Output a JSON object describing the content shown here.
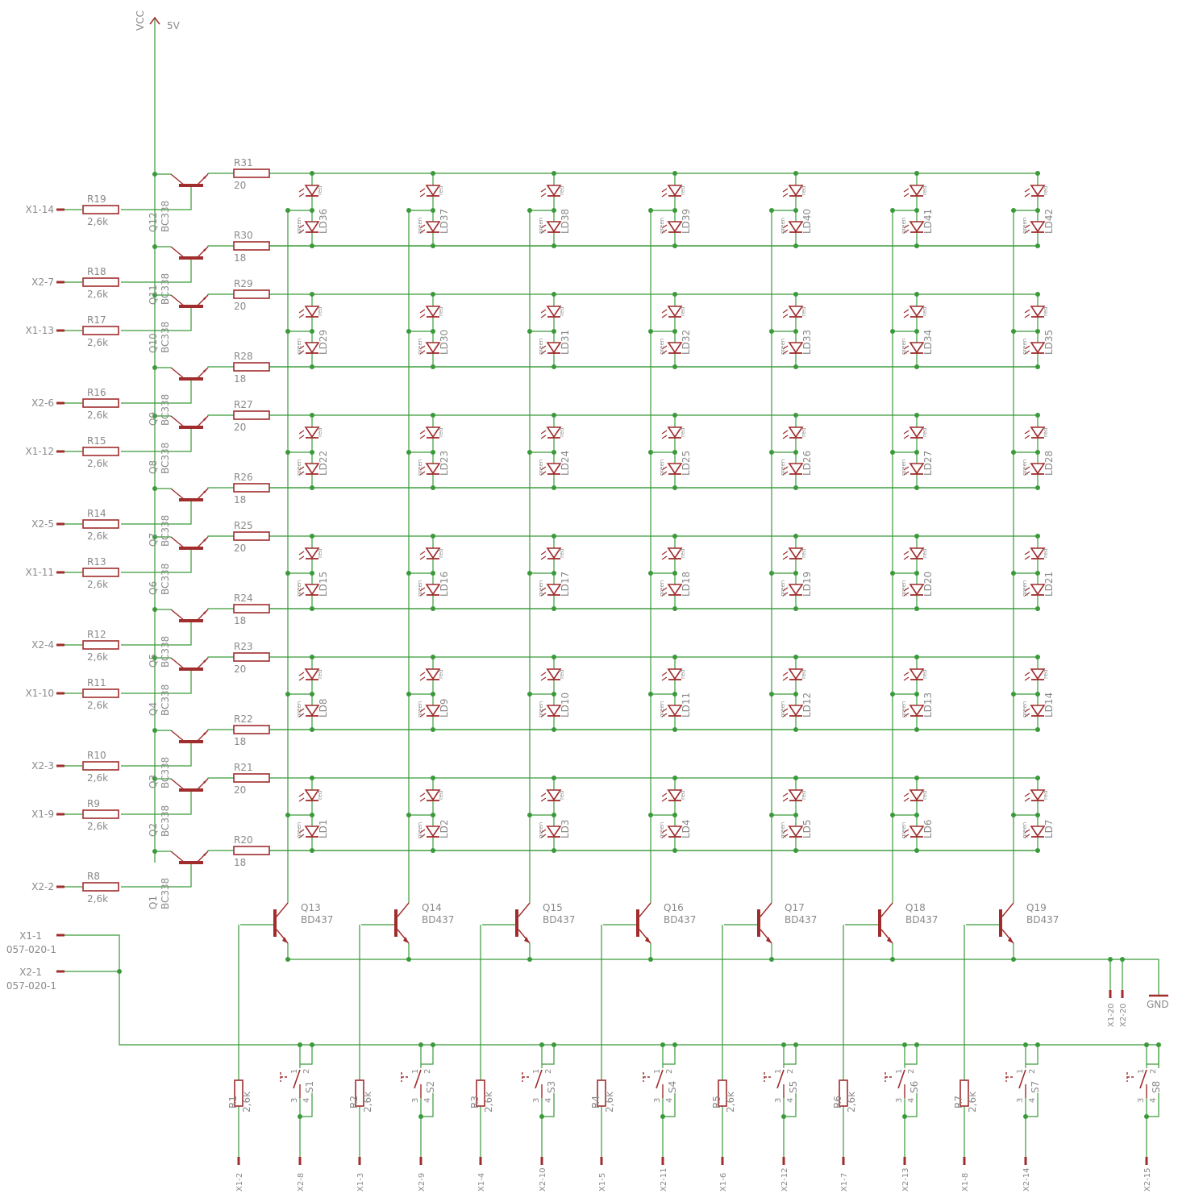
{
  "colors": {
    "wire": "#3a9a3a",
    "part": "#a02c2c",
    "label": "#8a8a8a",
    "net": "#3a9a3a"
  },
  "supply": {
    "vcc_label": "VCC",
    "net_label": "5V",
    "gnd_label": "GND"
  },
  "led_color_labels": {
    "top": "red",
    "bottom": "green"
  },
  "row_drivers": [
    {
      "q": "Q12",
      "type": "BC338",
      "rin": "R19",
      "rin_val": "2,6k",
      "input": "X1-14",
      "rout": "R31",
      "rout_val": "20"
    },
    {
      "q": "Q11",
      "type": "BC338",
      "rin": "R18",
      "rin_val": "2,6k",
      "input": "X2-7",
      "rout": "R30",
      "rout_val": "18"
    },
    {
      "q": "Q10",
      "type": "BC338",
      "rin": "R17",
      "rin_val": "2,6k",
      "input": "X1-13",
      "rout": "R29",
      "rout_val": "20"
    },
    {
      "q": "Q9",
      "type": "BC338",
      "rin": "R16",
      "rin_val": "2,6k",
      "input": "X2-6",
      "rout": "R28",
      "rout_val": "18"
    },
    {
      "q": "Q8",
      "type": "BC338",
      "rin": "R15",
      "rin_val": "2,6k",
      "input": "X1-12",
      "rout": "R27",
      "rout_val": "20"
    },
    {
      "q": "Q7",
      "type": "BC338",
      "rin": "R14",
      "rin_val": "2,6k",
      "input": "X2-5",
      "rout": "R26",
      "rout_val": "18"
    },
    {
      "q": "Q6",
      "type": "BC338",
      "rin": "R13",
      "rin_val": "2,6k",
      "input": "X1-11",
      "rout": "R25",
      "rout_val": "20"
    },
    {
      "q": "Q5",
      "type": "BC338",
      "rin": "R12",
      "rin_val": "2,6k",
      "input": "X2-4",
      "rout": "R24",
      "rout_val": "18"
    },
    {
      "q": "Q4",
      "type": "BC338",
      "rin": "R11",
      "rin_val": "2,6k",
      "input": "X1-10",
      "rout": "R23",
      "rout_val": "20"
    },
    {
      "q": "Q3",
      "type": "BC338",
      "rin": "R10",
      "rin_val": "2,6k",
      "input": "X2-3",
      "rout": "R22",
      "rout_val": "18"
    },
    {
      "q": "Q2",
      "type": "BC338",
      "rin": "R9",
      "rin_val": "2,6k",
      "input": "X1-9",
      "rout": "R21",
      "rout_val": "20"
    },
    {
      "q": "Q1",
      "type": "BC338",
      "rin": "R8",
      "rin_val": "2,6k",
      "input": "X2-2",
      "rout": "R20",
      "rout_val": "18"
    }
  ],
  "led_rows": [
    [
      "LD36",
      "LD37",
      "LD38",
      "LD39",
      "LD40",
      "LD41",
      "LD42"
    ],
    [
      "LD29",
      "LD30",
      "LD31",
      "LD32",
      "LD33",
      "LD34",
      "LD35"
    ],
    [
      "LD22",
      "LD23",
      "LD24",
      "LD25",
      "LD26",
      "LD27",
      "LD28"
    ],
    [
      "LD15",
      "LD16",
      "LD17",
      "LD18",
      "LD19",
      "LD20",
      "LD21"
    ],
    [
      "LD8",
      "LD9",
      "LD10",
      "LD11",
      "LD12",
      "LD13",
      "LD14"
    ],
    [
      "LD1",
      "LD2",
      "LD3",
      "LD4",
      "LD5",
      "LD6",
      "LD7"
    ]
  ],
  "column_drivers": [
    {
      "q": "Q13",
      "type": "BD437",
      "r": "R1",
      "r_val": "2,6k",
      "s": "S1",
      "base_pin": "X1-2",
      "sw_pin": "X2-8"
    },
    {
      "q": "Q14",
      "type": "BD437",
      "r": "R2",
      "r_val": "2,6k",
      "s": "S2",
      "base_pin": "X1-3",
      "sw_pin": "X2-9"
    },
    {
      "q": "Q15",
      "type": "BD437",
      "r": "R3",
      "r_val": "2,6k",
      "s": "S3",
      "base_pin": "X1-4",
      "sw_pin": "X2-10"
    },
    {
      "q": "Q16",
      "type": "BD437",
      "r": "R4",
      "r_val": "2,6k",
      "s": "S4",
      "base_pin": "X1-5",
      "sw_pin": "X2-11"
    },
    {
      "q": "Q17",
      "type": "BD437",
      "r": "R5",
      "r_val": "2,6k",
      "s": "S5",
      "base_pin": "X1-6",
      "sw_pin": "X2-12"
    },
    {
      "q": "Q18",
      "type": "BD437",
      "r": "R6",
      "r_val": "2,6k",
      "s": "S6",
      "base_pin": "X1-7",
      "sw_pin": "X2-13"
    },
    {
      "q": "Q19",
      "type": "BD437",
      "r": "R7",
      "r_val": "2,6k",
      "s": "S7",
      "base_pin": "X1-8",
      "sw_pin": "X2-14"
    }
  ],
  "extra_switch": {
    "s": "S8",
    "sw_pin": "X2-15"
  },
  "switch_pins": {
    "p1": "1",
    "p2": "2",
    "p3": "3",
    "p4": "4"
  },
  "connectors": [
    {
      "pin": "X1-1",
      "part": "057-020-1"
    },
    {
      "pin": "X2-1",
      "part": "057-020-1"
    }
  ],
  "gnd_pins": [
    "X1-20",
    "X2-20"
  ]
}
